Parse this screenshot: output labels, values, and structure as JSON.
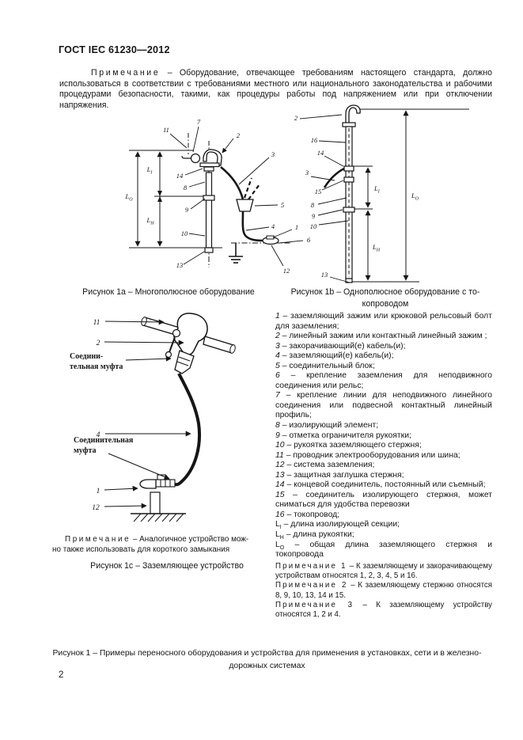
{
  "header": {
    "doc_code": "ГОСТ IEC 61230—2012"
  },
  "intro_note": {
    "label": "Примечание",
    "text": "– Оборудование, отвечающее требованиям настоящего стандарта, должно использоваться в соответствии с требованиями местного или национального законодательства и рабочими процедурами безопасности, такими, как процедуры работы под напряжением или при отключении напряжения."
  },
  "fig1a": {
    "caption": "Рисунок 1а – Многополюсное оборудование",
    "labels": {
      "n1": "1",
      "n2": "2",
      "n3": "3",
      "n4": "4",
      "n5": "5",
      "n6": "6",
      "n7": "7",
      "n8": "8",
      "n9": "9",
      "n10": "10",
      "n11": "11",
      "n12": "12",
      "n13": "13",
      "n14": "14"
    },
    "dims": {
      "li": {
        "m": "L",
        "s": "I"
      },
      "lh": {
        "m": "L",
        "s": "H"
      },
      "lo": {
        "m": "L",
        "s": "O"
      }
    }
  },
  "fig1b": {
    "caption_line1": "Рисунок 1b – Однополюсное оборудование с то-",
    "caption_line2": "копроводом",
    "labels": {
      "n2": "2",
      "n3": "3",
      "n8": "8",
      "n9": "9",
      "n10": "10",
      "n13": "13",
      "n14": "14",
      "n15": "15",
      "n16": "16"
    },
    "dims": {
      "li": {
        "m": "L",
        "s": "I"
      },
      "lh": {
        "m": "L",
        "s": "H"
      },
      "lo": {
        "m": "L",
        "s": "O"
      }
    }
  },
  "fig1c": {
    "caption": "Рисунок 1с – Заземляющее устройство",
    "note_label": "Примечание",
    "note_line1": "– Аналогичное устройство мож-",
    "note_line2": "но также использовать для короткого замыкания",
    "labels": {
      "n1": "1",
      "n2": "2",
      "n4": "4",
      "n11": "11",
      "n12": "12"
    },
    "coupling1_line1": "Соедини-",
    "coupling1_line2": "тельная муфта",
    "coupling2_line1": "Соединительная",
    "coupling2_line2": "муфта"
  },
  "legend": {
    "items": [
      {
        "num": "1",
        "text": "– заземляющий зажим или крюковой рельсовый болт для заземления;"
      },
      {
        "num": "2",
        "text": "– линейный зажим или контактный линейный зажим ;"
      },
      {
        "num": "3",
        "text": "– закорачивающий(е) кабель(и);"
      },
      {
        "num": "4",
        "text": "– заземляющий(е) кабель(и);"
      },
      {
        "num": "5",
        "text": "– соединительный блок;"
      },
      {
        "num": "6",
        "text": "– крепление заземления для неподвижного соединения или рельс;"
      },
      {
        "num": "7",
        "text": "– крепление линии для неподвижного линейного соединения или подвесной контактный линейный профиль;"
      },
      {
        "num": "8",
        "text": "– изолирующий элемент;"
      },
      {
        "num": "9",
        "text": "– отметка ограничителя рукоятки;"
      },
      {
        "num": "10",
        "text": "– рукоятка заземляющего стержня;"
      },
      {
        "num": "11",
        "text": "– проводник электрооборудования или шина;"
      },
      {
        "num": "12",
        "text": "– система заземления;"
      },
      {
        "num": "13",
        "text": "– защитная заглушка стержня;"
      },
      {
        "num": "14",
        "text": "– концевой соединитель, постоянный или съемный;"
      },
      {
        "num": "15",
        "text": "– соединитель изолирующего стержня, может сниматься для удобства перевозки"
      },
      {
        "num": "16",
        "text": "– токопровод;"
      }
    ],
    "dims": [
      {
        "main": "L",
        "sub": "I",
        "text": "– длина изолирующей секции;"
      },
      {
        "main": "L",
        "sub": "H",
        "text": "– длина рукоятки;"
      },
      {
        "main": "L",
        "sub": "O",
        "text": "– общая длина заземляющего стержня и токопровода"
      }
    ],
    "notes": [
      {
        "label": "Примечание 1",
        "text": "– К заземляющему и закорачивающему устройствам относятся 1, 2, 3, 4, 5 и 16."
      },
      {
        "label": "Примечание 2",
        "text": "– К заземляющему стержню относятся 8, 9, 10, 13, 14 и 15."
      },
      {
        "label": "Примечание 3",
        "text": "– К заземляющему устройству относятся 1, 2 и 4."
      }
    ]
  },
  "main_caption": {
    "line1": "Рисунок 1 – Примеры переносного оборудования и устройства для применения в установках, сети и в железно-",
    "line2": "дорожных системах"
  },
  "footer": {
    "page_number": "2"
  }
}
